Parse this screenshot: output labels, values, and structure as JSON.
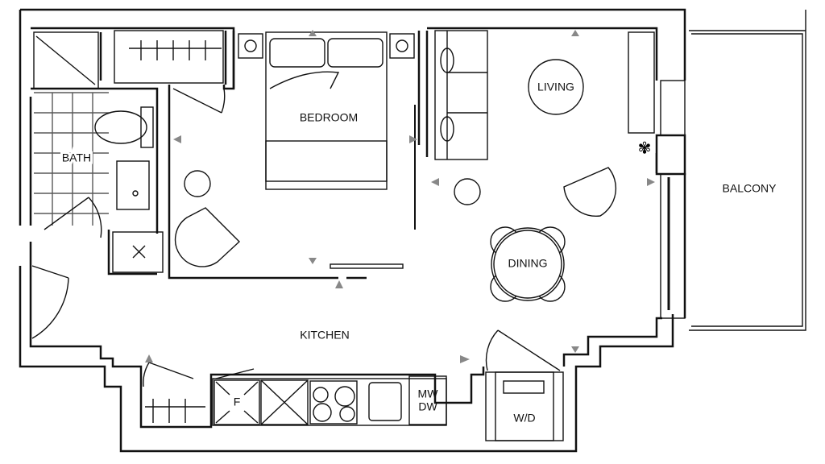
{
  "rooms": {
    "bedroom": "BEDROOM",
    "living": "LIVING",
    "bath": "BATH",
    "balcony": "BALCONY",
    "dining": "DINING",
    "kitchen": "KITCHEN"
  },
  "appliances": {
    "fridge": "F",
    "microwave": "MW",
    "dishwasher": "DW",
    "washer_dryer": "W/D"
  }
}
